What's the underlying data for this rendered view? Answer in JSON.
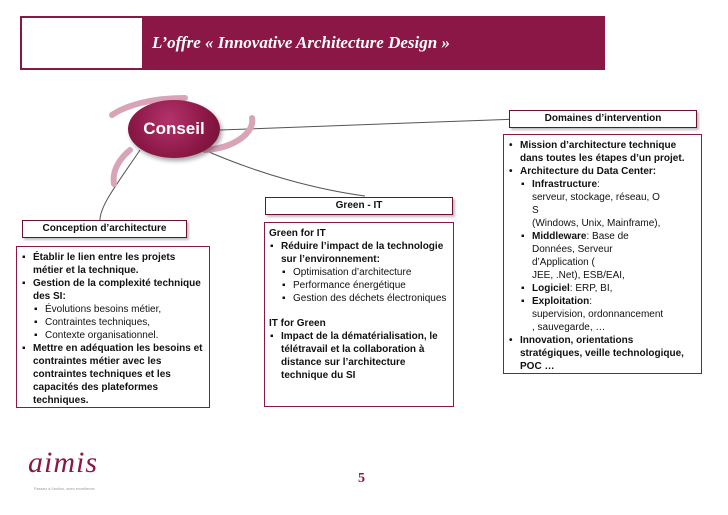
{
  "banner": {
    "title": "L’offre « Innovative Architecture Design »"
  },
  "center": {
    "label": "Conseil"
  },
  "domaines": {
    "header": "Domaines d’intervention",
    "items": [
      {
        "text": "Mission d’architecture technique dans toutes les étapes d’un projet."
      },
      {
        "text": "Architecture du Data Center:"
      },
      {
        "sub": true,
        "label": "Infrastructure",
        "rest": ":",
        "lines": [
          "serveur, stockage, réseau, O",
          "S",
          "(Windows, Unix, Mainframe),"
        ]
      },
      {
        "sub": true,
        "label": "Middleware",
        "rest": ": Base de",
        "lines": [
          "Données, Serveur",
          "d’Application (",
          "JEE, .Net), ESB/EAI,"
        ]
      },
      {
        "sub": true,
        "label": "Logiciel",
        "rest": ": ERP, BI,",
        "lines": []
      },
      {
        "sub": true,
        "label": "Exploitation",
        "rest": ":",
        "lines": [
          "supervision, ordonnancement",
          ", sauvegarde, …"
        ]
      },
      {
        "text": "Innovation, orientations stratégiques, veille technologique, POC …"
      }
    ]
  },
  "green": {
    "header": "Green - IT",
    "section1_title": "Green for IT",
    "section1_item": "Réduire l’impact de la technologie sur l’environnement:",
    "section1_subs": [
      "Optimisation d’architecture",
      "Performance énergétique",
      "Gestion des déchets électroniques"
    ],
    "section2_title": "IT for Green",
    "section2_item": "Impact de la dématérialisation, le télétravail et la collaboration à distance sur l’architecture technique du SI"
  },
  "conception": {
    "header": "Conception d’architecture",
    "item1": "Établir le lien entre les projets métier et la technique.",
    "item2": "Gestion de la complexité technique des SI:",
    "subs": [
      "Évolutions besoins métier,",
      "Contraintes techniques,",
      "Contexte organisationnel."
    ],
    "item3": "Mettre en adéquation les besoins et contraintes métier avec les contraintes techniques et les capacités des plateformes techniques."
  },
  "footer": {
    "page_number": "5",
    "logo_text": "aimis",
    "logo_tagline": "Passez à l’action, avec excellence"
  }
}
